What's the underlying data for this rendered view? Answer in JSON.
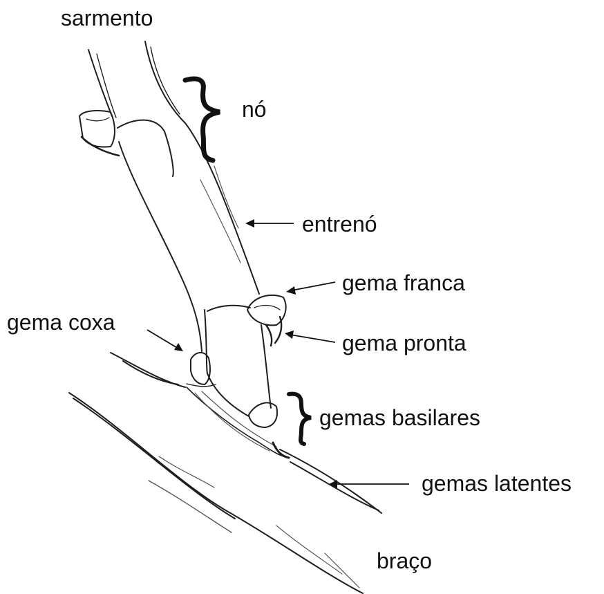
{
  "labels": {
    "sarmento": "sarmento",
    "no": "nó",
    "entreno": "entrenó",
    "gema_franca": "gema franca",
    "gema_coxa": "gema coxa",
    "gema_pronta": "gema pronta",
    "gemas_basilares": "gemas basilares",
    "gemas_latentes": "gemas latentes",
    "braco": "braço"
  },
  "colors": {
    "ink": "#111111",
    "sketch": "#1e1e1e",
    "shade": "#555555"
  }
}
